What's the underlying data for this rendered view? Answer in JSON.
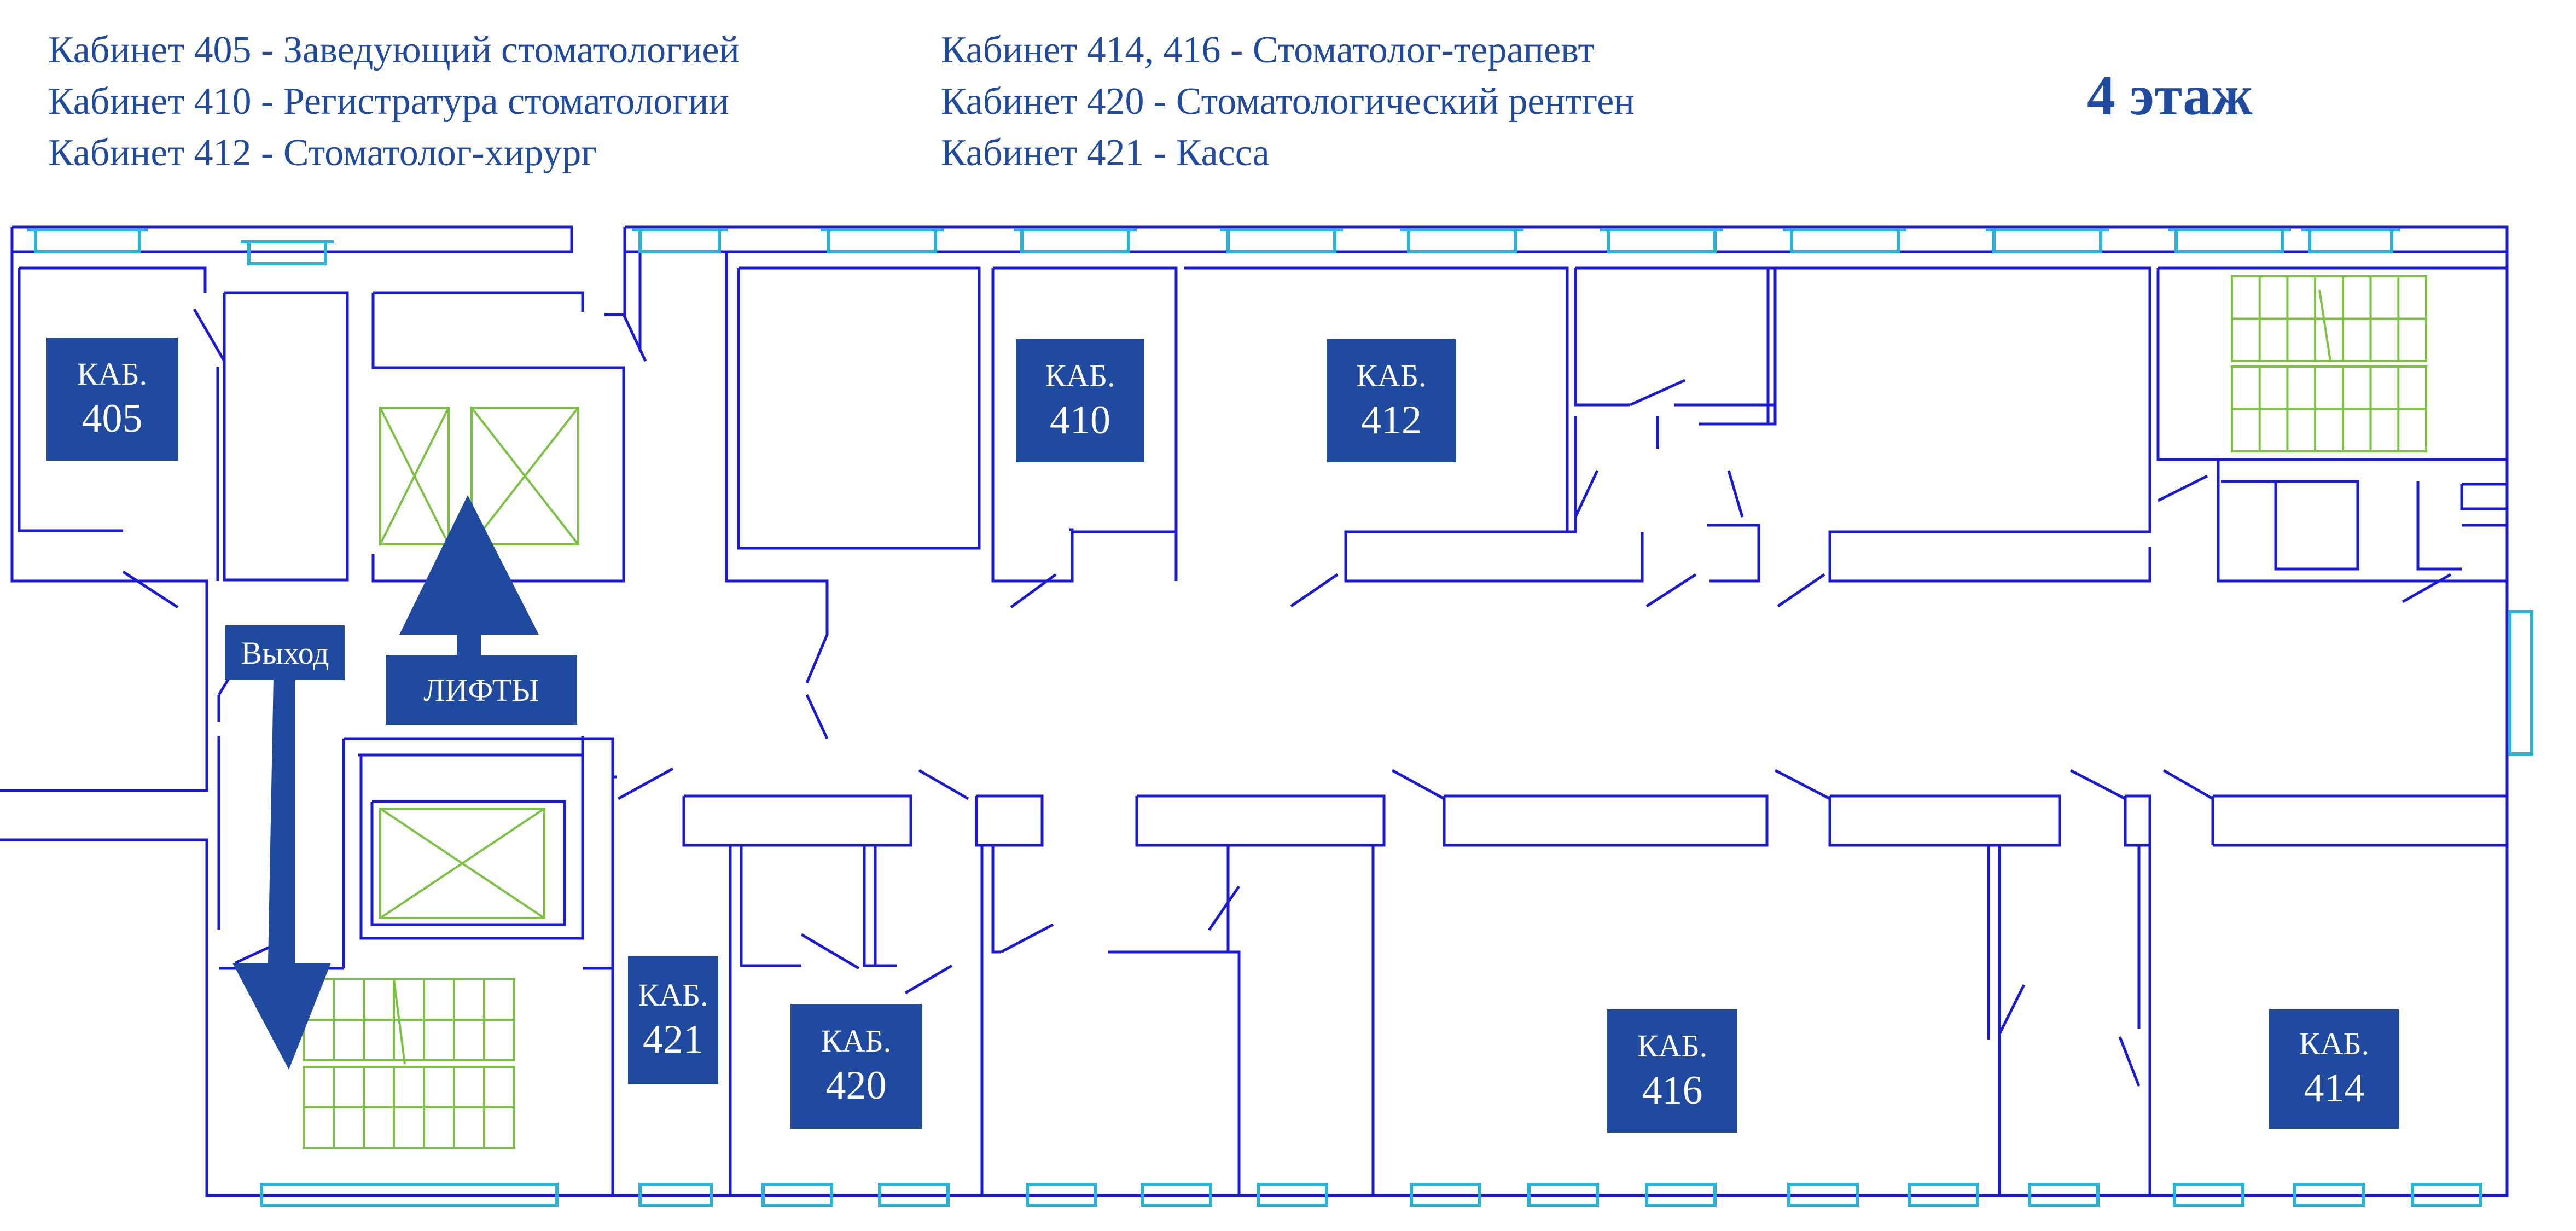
{
  "legend": {
    "col1": [
      "Кабинет 405 - Заведующий стоматологией",
      "Кабинет 410 - Регистратура стоматологии",
      "Кабинет 412 - Стоматолог-хирург"
    ],
    "col2": [
      "Кабинет 414, 416 - Стоматолог-терапевт",
      "Кабинет 420 - Стоматологический рентген",
      "Кабинет 421 - Касса"
    ]
  },
  "floor_title": "4 этаж",
  "badges": {
    "r405": {
      "label": "КАБ.",
      "number": "405"
    },
    "r410": {
      "label": "КАБ.",
      "number": "410"
    },
    "r412": {
      "label": "КАБ.",
      "number": "412"
    },
    "r421": {
      "label": "КАБ.",
      "number": "421"
    },
    "r420": {
      "label": "КАБ.",
      "number": "420"
    },
    "r416": {
      "label": "КАБ.",
      "number": "416"
    },
    "r414": {
      "label": "КАБ.",
      "number": "414"
    }
  },
  "exit_label": "Выход",
  "elevators_label": "ЛИФТЫ",
  "colors": {
    "wall": "#1a1ad6",
    "window": "#2ab3d6",
    "stairs": "#7cc242",
    "accent": "#1f4aa0"
  }
}
